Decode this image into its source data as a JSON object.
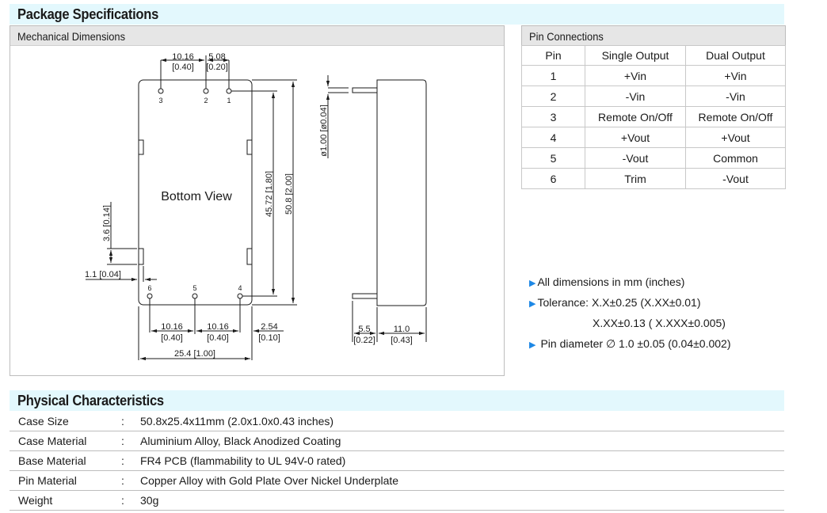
{
  "package_specs": {
    "title": "Package Specifications",
    "mechanical": {
      "label": "Mechanical Dimensions",
      "view_label": "Bottom View",
      "pin_labels": [
        "1",
        "2",
        "3",
        "4",
        "5",
        "6"
      ],
      "dims": {
        "top_pitch_mm": "10.16",
        "top_pitch_in": "[0.40]",
        "top_offset_mm": "5.08",
        "top_offset_in": "[0.20]",
        "pin_span": "45.72 [1.80]",
        "length": "50.8 [2.00]",
        "tab_height": "3.6 [0.14]",
        "tab_depth": "1.1 [0.04]",
        "bottom_pitch1_mm": "10.16",
        "bottom_pitch1_in": "[0.40]",
        "bottom_pitch2_mm": "10.16",
        "bottom_pitch2_in": "[0.40]",
        "edge_offset_mm": "2.54",
        "edge_offset_in": "[0.10]",
        "width": "25.4 [1.00]",
        "pin_diameter": "ø1.00 [ø0.04]",
        "pin_length_mm": "5.5",
        "pin_length_in": "[0.22]",
        "height_mm": "11.0",
        "height_in": "[0.43]"
      }
    },
    "pin_connections": {
      "label": "Pin Connections",
      "headers": [
        "Pin",
        "Single Output",
        "Dual Output"
      ],
      "rows": [
        [
          "1",
          "+Vin",
          "+Vin"
        ],
        [
          "2",
          "-Vin",
          "-Vin"
        ],
        [
          "3",
          "Remote On/Off",
          "Remote On/Off"
        ],
        [
          "4",
          "+Vout",
          "+Vout"
        ],
        [
          "5",
          "-Vout",
          "Common"
        ],
        [
          "6",
          "Trim",
          "-Vout"
        ]
      ]
    },
    "notes": [
      "All dimensions in mm (inches)",
      "Tolerance: X.X±0.25 (X.XX±0.01)",
      "X.XX±0.13 ( X.XXX±0.005)",
      "Pin diameter ∅ 1.0 ±0.05 (0.04±0.002)"
    ],
    "bullet_color": "#1e88e5"
  },
  "physical": {
    "title": "Physical Characteristics",
    "separator": ":",
    "rows": [
      {
        "label": "Case Size",
        "value": "50.8x25.4x11mm (2.0x1.0x0.43 inches)"
      },
      {
        "label": "Case Material",
        "value": "Aluminium Alloy, Black Anodized Coating"
      },
      {
        "label": "Base Material",
        "value": "FR4 PCB (flammability to UL 94V-0 rated)"
      },
      {
        "label": "Pin Material",
        "value": "Copper Alloy with Gold Plate Over Nickel Underplate"
      },
      {
        "label": "Weight",
        "value": "30g"
      }
    ]
  },
  "colors": {
    "header_bg": "#e3f8fd",
    "subheader_bg": "#e6e6e6",
    "border": "#bdbdbd"
  }
}
